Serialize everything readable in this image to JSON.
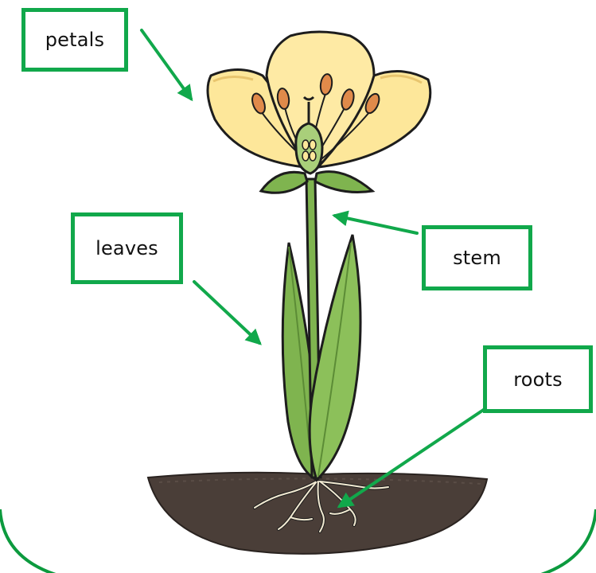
{
  "labels": {
    "petals": "petals",
    "leaves": "leaves",
    "stem": "stem",
    "roots": "roots"
  },
  "colors": {
    "label_border": "#11a84b",
    "arrow": "#11a84b",
    "frame": "#0c9a3e",
    "petal_fill": "#fde79a",
    "petal_edge": "#e8c56e",
    "stem_leaf_fill": "#7fb44f",
    "stem_leaf_dark": "#5c8c36",
    "anther": "#e08a4a",
    "soil": "#4a3e38",
    "root": "#f2ead2",
    "outline": "#1d1d1d"
  },
  "icons": {
    "arrows": "green-arrow-icon"
  }
}
